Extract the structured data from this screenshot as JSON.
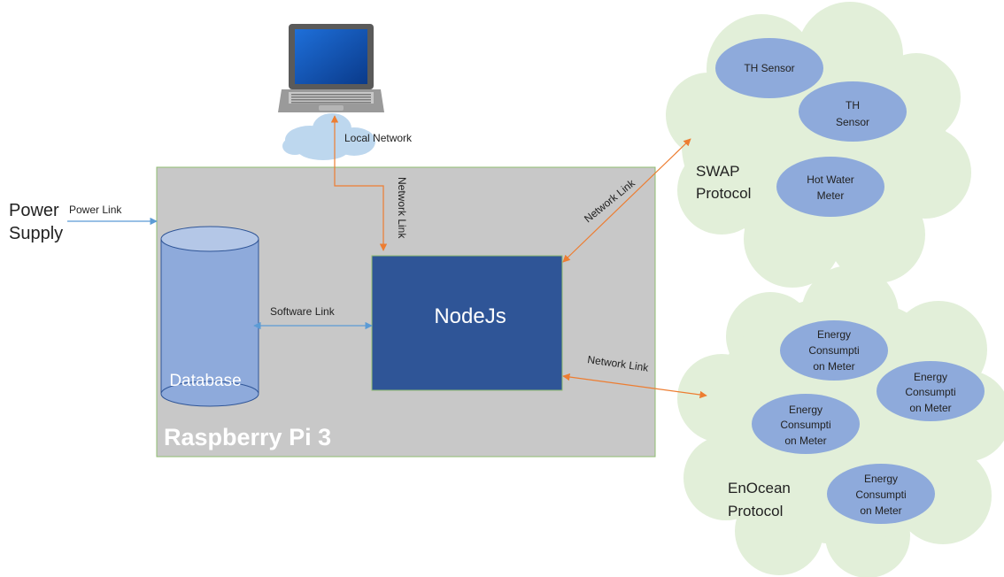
{
  "power": {
    "title_line1": "Power",
    "title_line2": "Supply",
    "link_label": "Power Link"
  },
  "laptop": {
    "network_label": "Local Network"
  },
  "pi": {
    "title": "Raspberry Pi 3"
  },
  "database": {
    "label": "Database"
  },
  "nodejs": {
    "label": "NodeJs"
  },
  "links": {
    "software": "Software Link",
    "network_vertical": "Network Link",
    "network_swap": "Network Link",
    "network_enocean": "Network Link"
  },
  "swap": {
    "title_line1": "SWAP",
    "title_line2": "Protocol",
    "sensor1": "TH Sensor",
    "sensor2_line1": "TH",
    "sensor2_line2": "Sensor",
    "meter_line1": "Hot Water",
    "meter_line2": "Meter"
  },
  "enocean": {
    "title_line1": "EnOcean",
    "title_line2": "Protocol",
    "meter_line1": "Energy",
    "meter_line2": "Consumpti",
    "meter_line3": "on Meter"
  },
  "colors": {
    "pi_fill": "#c8c8c8",
    "pi_border": "#8fbc70",
    "nodejs_fill": "#2f5597",
    "database_fill": "#8eaadb",
    "cloud_fill": "#e2efd9",
    "ellipse_fill": "#8eaadb",
    "network_arrow": "#ed7d31",
    "software_arrow": "#5b9bd5"
  }
}
